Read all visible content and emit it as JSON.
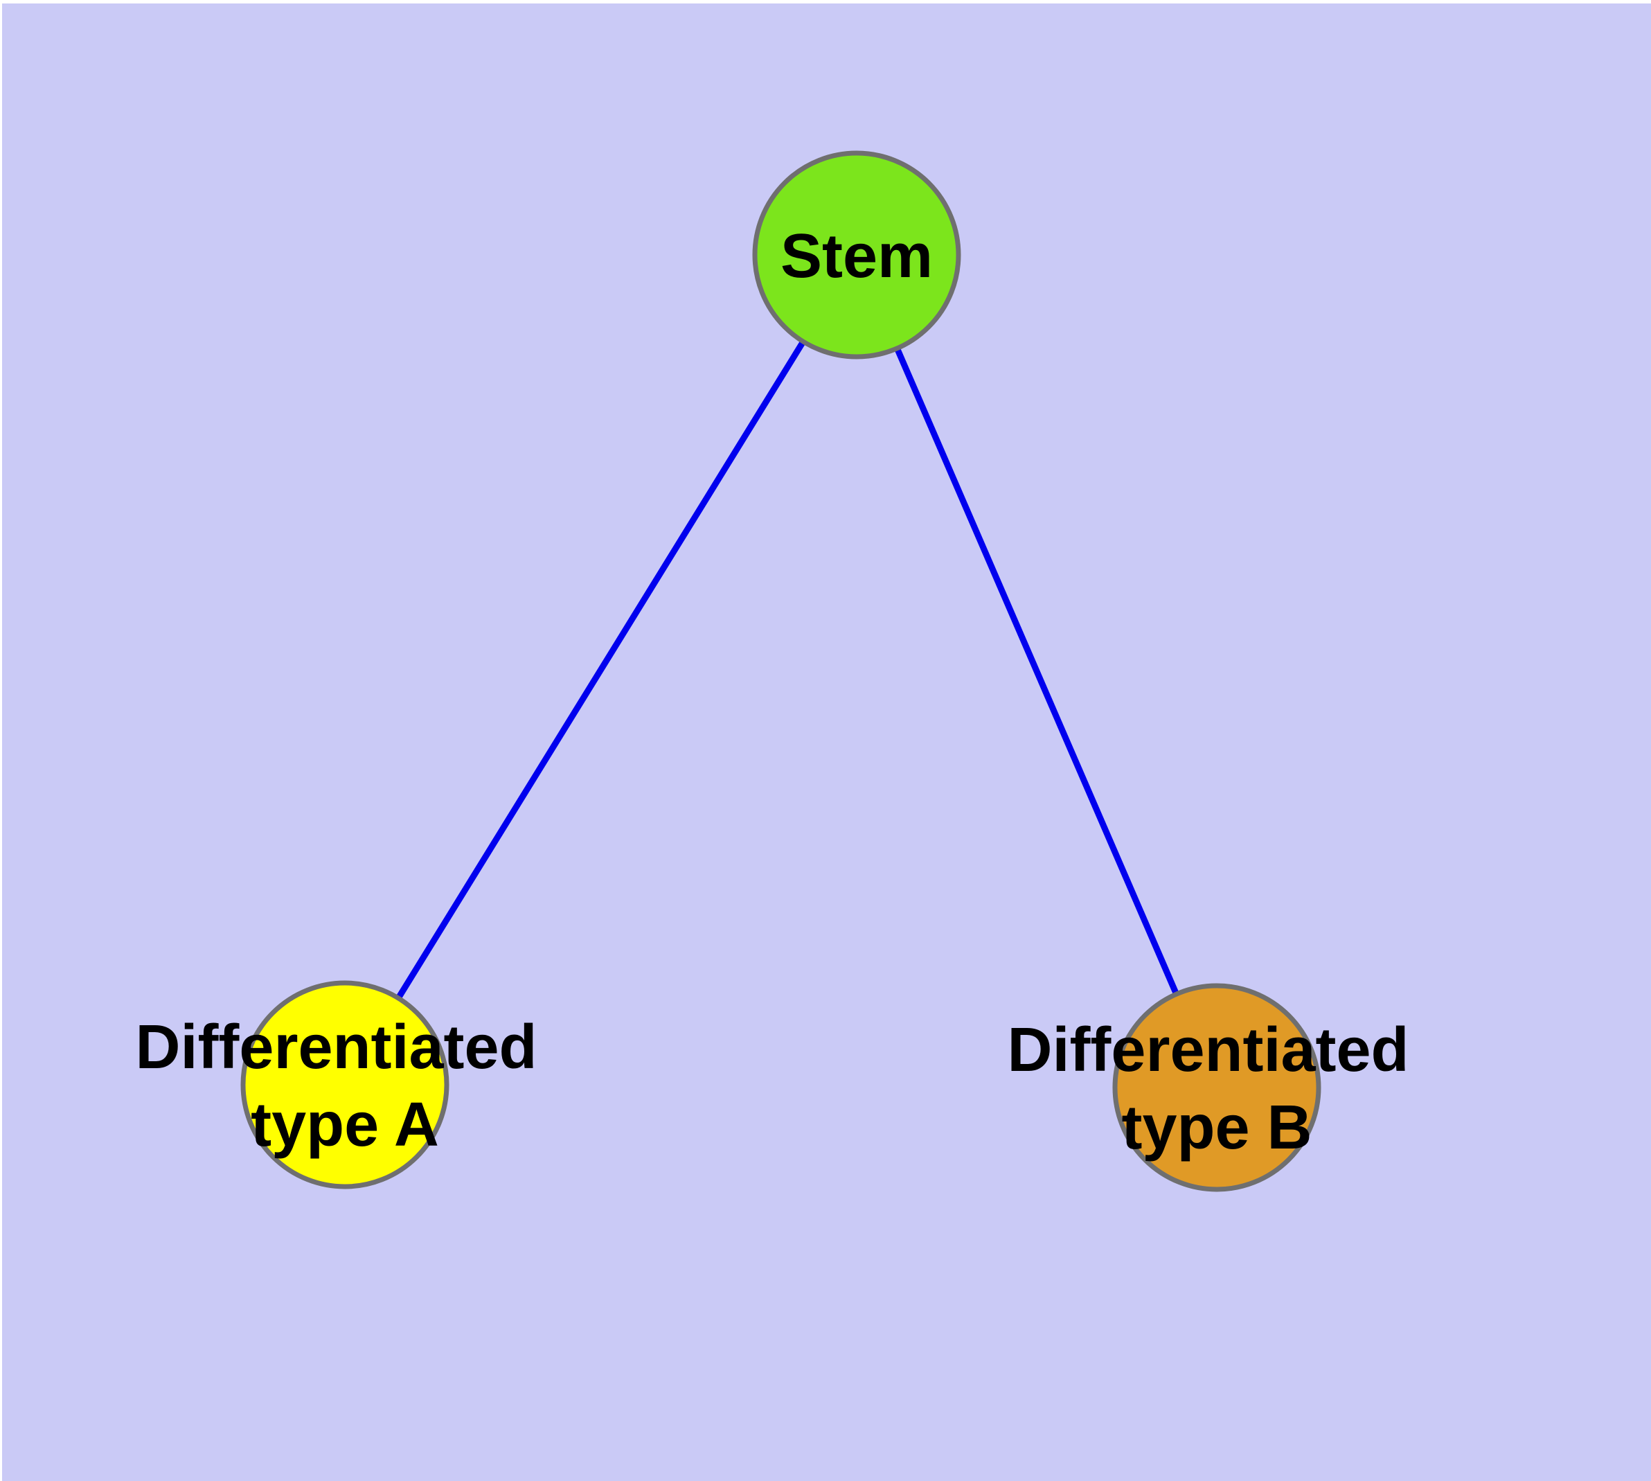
{
  "diagram": {
    "type": "graph",
    "description": "Cell differentiation lineage graph: a Stem node connected to two differentiated cell type nodes",
    "background_color": "#CACAF6",
    "frame_color": "#FFFFFF",
    "edge_color": "#0000EE",
    "node_border_color": "#6F6F6F",
    "label_color": "#000000",
    "nodes": [
      {
        "id": "stem",
        "fill": "#7CE51C",
        "label_lines": [
          "Stem"
        ]
      },
      {
        "id": "typeA",
        "fill": "#FFFF00",
        "label_lines": [
          "Differentiated",
          "type A"
        ]
      },
      {
        "id": "typeB",
        "fill": "#E09A26",
        "label_lines": [
          "Differentiated",
          "type B"
        ]
      }
    ],
    "edges": [
      {
        "from": "Stem",
        "to": "Differentiated type A"
      },
      {
        "from": "Stem",
        "to": "Differentiated type B"
      }
    ]
  }
}
